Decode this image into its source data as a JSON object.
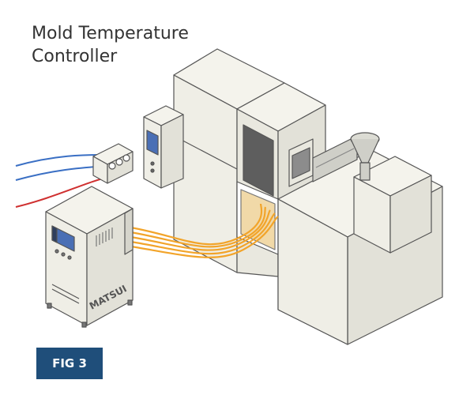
{
  "title": {
    "line1": "Mold Temperature",
    "line2": "Controller"
  },
  "controller": {
    "brand": "MATSUI"
  },
  "badge": {
    "label": "FIG 3"
  },
  "colors": {
    "outline": "#555555",
    "machine_fill": "#efeee6",
    "machine_side": "#e2e1d8",
    "dark_window": "#5e5e5e",
    "hose": "#f2a42a",
    "pipe_blue": "#3a6fc4",
    "pipe_red": "#cf3030",
    "screen_blue": "#4a6fb5",
    "badge_bg": "#1f4e7a"
  }
}
